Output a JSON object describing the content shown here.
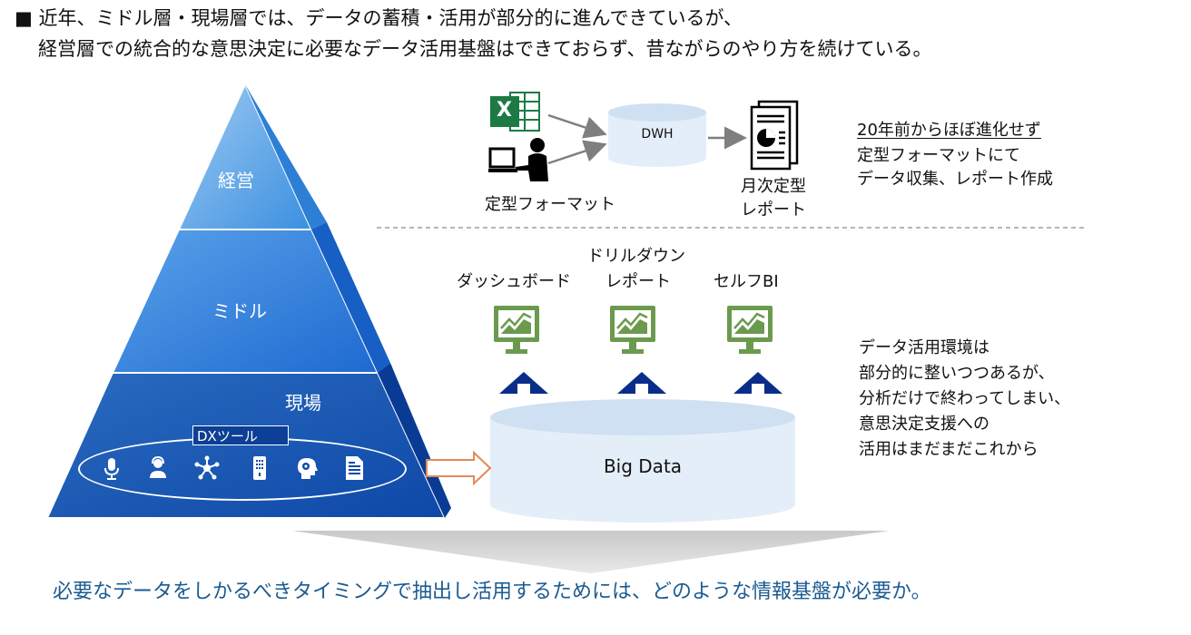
{
  "intro": {
    "bullet": "■",
    "line1": "近年、ミドル層・現場層では、データの蓄積・活用が部分的に進んできているが、",
    "line2": "経営層での統合的な意思決定に必要なデータ活用基盤はできておらず、昔ながらのやり方を続けている。"
  },
  "pyramid": {
    "top_label": "経営",
    "middle_label": "ミドル",
    "bottom_label": "現場",
    "dx_label": "DXツール",
    "dx_icons": [
      "microphone-icon",
      "operator-icon",
      "network-icon",
      "device-icon",
      "brain-gear-icon",
      "document-icon"
    ]
  },
  "legacy_flow": {
    "excel_icon_letter": "X",
    "source_label": "定型フォーマット",
    "dwh_label": "DWH",
    "report_label_line1": "月次定型",
    "report_label_line2": "レポート",
    "note_line1": "20年前からほぼ進化せず",
    "note_line2": "定型フォーマットにて",
    "note_line3": "データ収集、レポート作成"
  },
  "modern_flow": {
    "tools": [
      {
        "label_line1": "",
        "label_line2": "ダッシュボード"
      },
      {
        "label_line1": "ドリルダウン",
        "label_line2": "レポート"
      },
      {
        "label_line1": "",
        "label_line2": "セルフBI"
      }
    ],
    "bigdata_label": "Big Data",
    "note_lines": [
      "データ活用環境は",
      "部分的に整いつつあるが、",
      "分析だけで終わってしまい、",
      "意思決定支援への",
      "活用はまだまだこれから"
    ]
  },
  "footer": {
    "question": "必要なデータをしかるべきタイミングで抽出し活用するためには、どのような情報基盤が必要か。"
  },
  "colors": {
    "pyramid_top": "#3b8fe0",
    "pyramid_middle": "#1e6ad0",
    "pyramid_bottom": "#0e48a8",
    "monitor_green": "#6b9a4e",
    "arrow_navy": "#0b2d8a",
    "excel_green": "#1d7a45",
    "hollow_arrow": "#e08a57",
    "footer_text": "#1a5b92"
  }
}
